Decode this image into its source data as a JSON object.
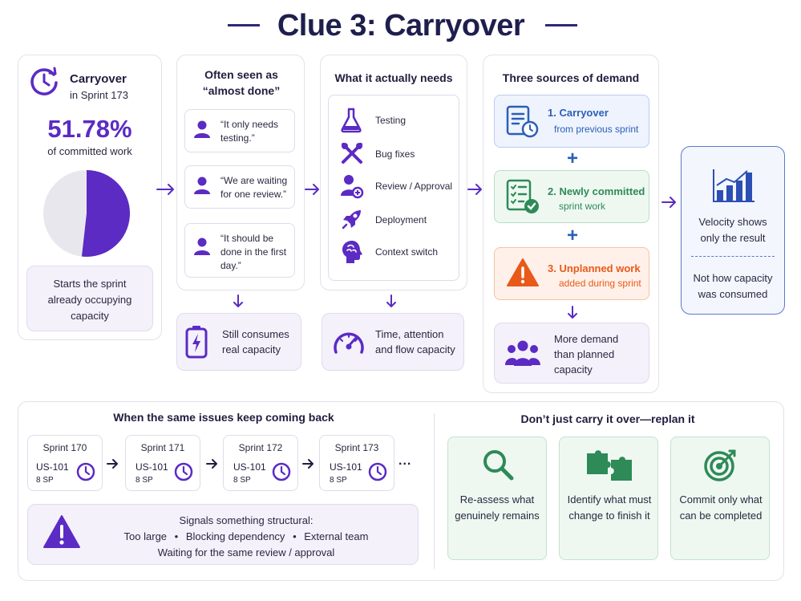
{
  "title": "Clue 3: Carryover",
  "carryover_card": {
    "heading_line1": "Carryover",
    "heading_line2": "in Sprint 173",
    "percent": "51.78%",
    "percent_label": "of committed work",
    "pie_fraction": 0.5178,
    "note": "Starts the sprint already occupying capacity"
  },
  "almost_done_card": {
    "heading": "Often seen as “almost done”",
    "quotes": [
      "“It only needs testing.”",
      "“We are waiting for one review.”",
      "“It should be done in the first day.”"
    ],
    "result": "Still consumes real capacity"
  },
  "needs_card": {
    "heading": "What it actually needs",
    "items": [
      {
        "label": "Testing",
        "icon": "flask-icon"
      },
      {
        "label": "Bug fixes",
        "icon": "tools-icon"
      },
      {
        "label": "Review / Approval",
        "icon": "reviewer-icon"
      },
      {
        "label": "Deployment",
        "icon": "rocket-icon"
      },
      {
        "label": "Context switch",
        "icon": "brain-icon"
      }
    ],
    "result": "Time, attention and flow capacity"
  },
  "demand_card": {
    "heading": "Three sources of demand",
    "sources": [
      {
        "title": "1. Carryover",
        "sub": "from previous sprint"
      },
      {
        "title": "2. Newly committed",
        "sub": "sprint work"
      },
      {
        "title": "3. Unplanned work",
        "sub": "added during sprint"
      }
    ],
    "plus": "+",
    "result": "More demand than planned capacity"
  },
  "velocity_card": {
    "line1": "Velocity shows only the result",
    "line2": "Not how capacity was consumed"
  },
  "issues_panel": {
    "heading": "When the same issues keep coming back",
    "sprints": [
      {
        "name": "Sprint 170",
        "story": "US-101",
        "points": "8 SP"
      },
      {
        "name": "Sprint 171",
        "story": "US-101",
        "points": "8 SP"
      },
      {
        "name": "Sprint 172",
        "story": "US-101",
        "points": "8 SP"
      },
      {
        "name": "Sprint 173",
        "story": "US-101",
        "points": "8 SP"
      }
    ],
    "ellipsis": "...",
    "signal_title": "Signals something structural:",
    "signal_items": [
      "Too large",
      "Blocking dependency",
      "External team"
    ],
    "bullet": "•",
    "signal_last": "Waiting for the same review / approval"
  },
  "replan_panel": {
    "heading": "Don’t just carry it over—replan it",
    "actions": [
      {
        "label": "Re-assess what genuinely remains",
        "icon": "magnifier-icon"
      },
      {
        "label": "Identify what must change to finish it",
        "icon": "puzzle-icon"
      },
      {
        "label": "Commit only what can be completed",
        "icon": "target-icon"
      }
    ]
  },
  "colors": {
    "accent": "#5b2bc4",
    "navy": "#1e1f4d",
    "blue_box": "#eef3fd",
    "green_box": "#eef8f1",
    "orange_box": "#fff1e9",
    "orange": "#e8591a",
    "green": "#2e8a57"
  }
}
